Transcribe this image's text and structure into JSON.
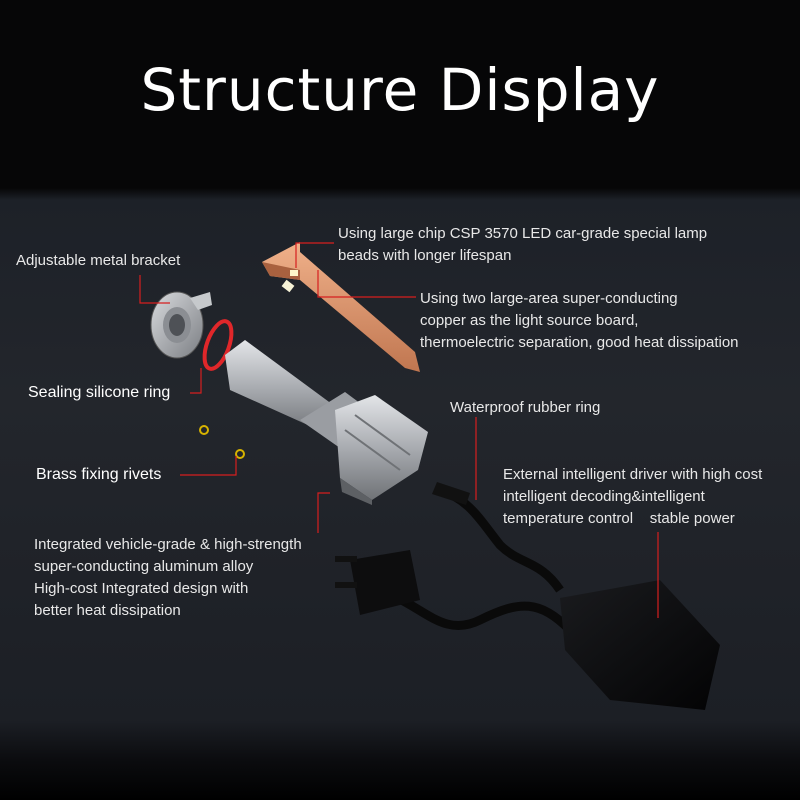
{
  "title": "Structure Display",
  "colors": {
    "background": "#23262c",
    "header_band": "#060607",
    "leader_line": "#d61f1f",
    "text": "#ffffff",
    "copper_board": "#d9936b",
    "aluminum_body": "#b9bcc0",
    "silicone_ring": "#e0272a",
    "brass_rivet": "#d7b300",
    "driver_box": "#070708"
  },
  "labels": {
    "lamp_beads": "Using large chip CSP 3570 LED car-grade special lamp\nbeads with longer lifespan",
    "metal_bracket": "Adjustable metal bracket",
    "copper_board": "Using two large-area super-conducting\ncopper as the light source board,\nthermoelectric separation, good heat dissipation",
    "silicone_ring": "Sealing silicone ring",
    "rubber_ring": "Waterproof rubber ring",
    "brass_rivets": "Brass fixing rivets",
    "driver": "External intelligent driver with high cost\nintelligent decoding&intelligent\ntemperature control    stable power",
    "aluminum_alloy": "Integrated vehicle-grade & high-strength\nsuper-conducting aluminum alloy\nHigh-cost Integrated design with\nbetter heat dissipation"
  }
}
